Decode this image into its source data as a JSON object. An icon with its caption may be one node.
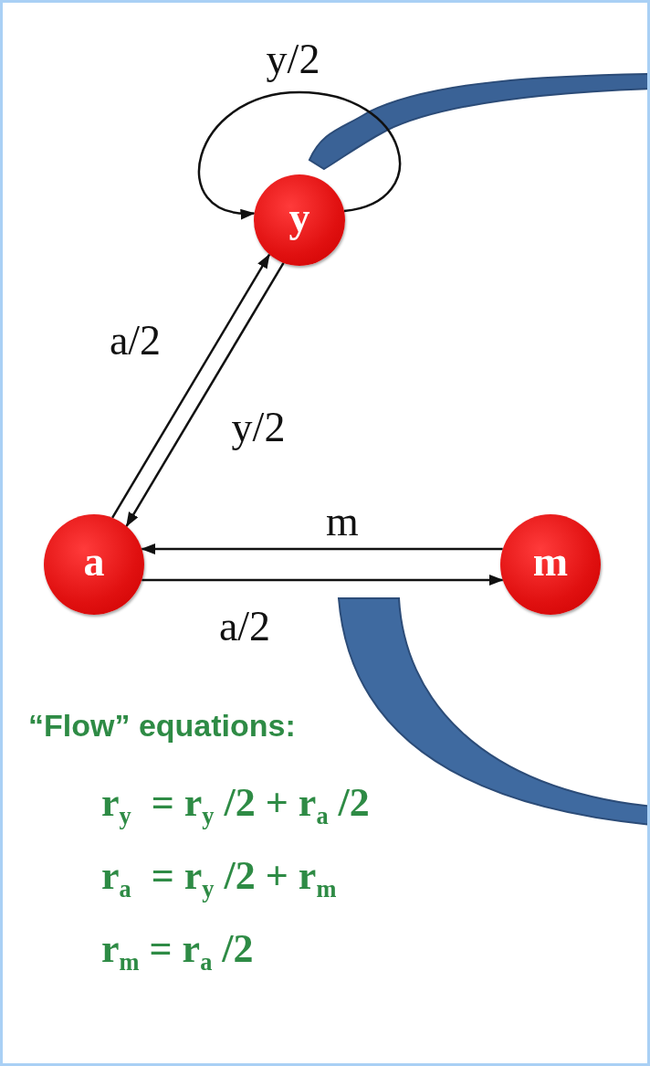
{
  "diagram": {
    "nodes": [
      {
        "text": [
          "y"
        ]
      },
      {
        "text": [
          "a"
        ]
      },
      {
        "text": [
          "m"
        ]
      }
    ],
    "edges": [
      {
        "from": 0,
        "to": 0,
        "arrow": "to",
        "label": "y/2"
      },
      {
        "from": 1,
        "to": 0,
        "arrow": "to",
        "label": "a/2"
      },
      {
        "from": 0,
        "to": 1,
        "arrow": "to",
        "label": "y/2"
      },
      {
        "from": 2,
        "to": 1,
        "arrow": "to",
        "label": "m"
      },
      {
        "from": 1,
        "to": 2,
        "arrow": "to",
        "label": "a/2"
      }
    ],
    "labels": [
      "“Flow” equations:",
      "r$_{y}$  = r$_{y}$ /2 + r$_{a}$ /2",
      "r$_{a}$  = r$_{y}$ /2 + r$_{m}$",
      "r$_{m}$ = r$_{a}$ /2"
    ]
  }
}
